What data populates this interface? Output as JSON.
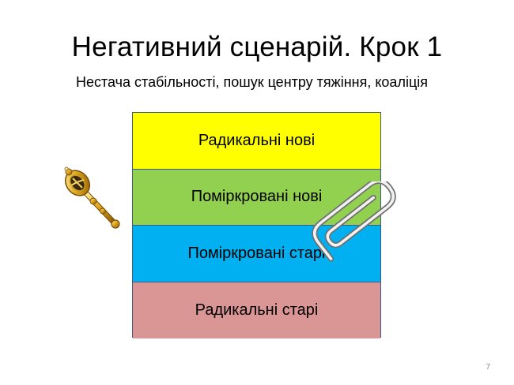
{
  "slide": {
    "title": "Негативний сценарій. Крок 1",
    "subtitle": "Нестача стабільності, пошук центру тяжіння, коаліція",
    "page_number": "7"
  },
  "layers": [
    {
      "label": "Радикальні нові",
      "color": "#ffff00"
    },
    {
      "label": "Поміркровані нові",
      "color": "#92d050"
    },
    {
      "label": "Поміркровані старі",
      "color": "#00b0f0"
    },
    {
      "label": "Радикальні старі",
      "color": "#d99694"
    }
  ],
  "icons": {
    "scepter": "scepter-icon",
    "paperclip": "paperclip-icon"
  }
}
